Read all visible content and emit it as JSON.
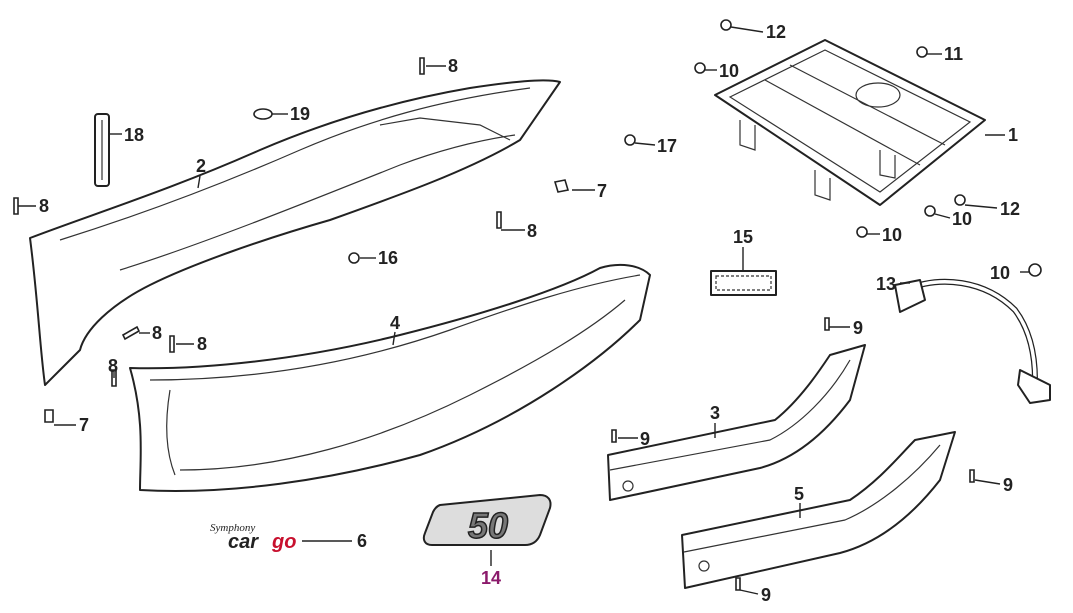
{
  "labels": {
    "l1": "1",
    "l2": "2",
    "l3": "3",
    "l4": "4",
    "l5": "5",
    "l6": "6",
    "l7a": "7",
    "l7b": "7",
    "l8a": "8",
    "l8b": "8",
    "l8c": "8",
    "l8d": "8",
    "l8e": "8",
    "l8f": "8",
    "l9a": "9",
    "l9b": "9",
    "l9c": "9",
    "l9d": "9",
    "l10a": "10",
    "l10b": "10",
    "l10c": "10",
    "l10d": "10",
    "l11": "11",
    "l12a": "12",
    "l12b": "12",
    "l13": "13",
    "l14": "14",
    "l15": "15",
    "l16": "16",
    "l17": "17",
    "l18": "18",
    "l19": "19"
  },
  "decals": {
    "brand_script": "Symphony",
    "brand_word_1": "car",
    "brand_word_2": "go",
    "badge_number": "50"
  },
  "colors": {
    "line": "#222222",
    "label_accent": "#8b1a6b",
    "decal_red": "#c8102e",
    "badge_gray": "#777777"
  }
}
